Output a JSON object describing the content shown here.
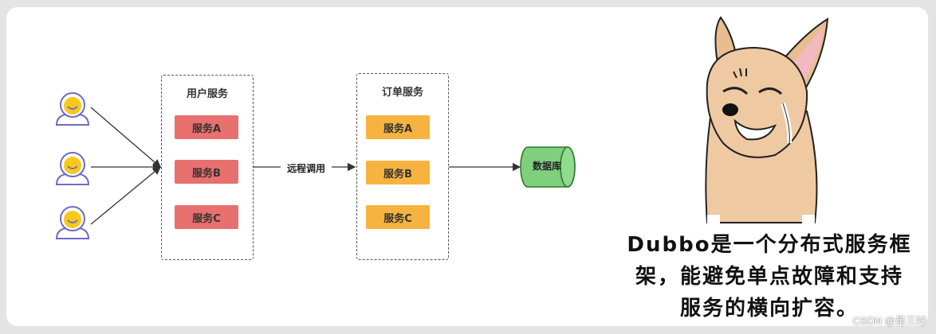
{
  "diagram": {
    "user_service": {
      "title": "用户服务",
      "items": [
        "服务A",
        "服务B",
        "服务C"
      ]
    },
    "order_service": {
      "title": "订单服务",
      "items": [
        "服务A",
        "服务B",
        "服务C"
      ]
    },
    "remote_call_label": "远程调用",
    "database_label": "数据库",
    "colors": {
      "user_service_box": "#e8706f",
      "order_service_box": "#f7b33f",
      "database": "#7fcf7f",
      "user_avatar": "#f9c81b",
      "user_outline": "#6c6cc6"
    }
  },
  "meme": {
    "caption_lines": [
      "Dubbo是一个分布式服务框",
      "架，能避免单点故障和支持",
      "服务的横向扩容。"
    ]
  },
  "watermark": "CSDN @是三好"
}
